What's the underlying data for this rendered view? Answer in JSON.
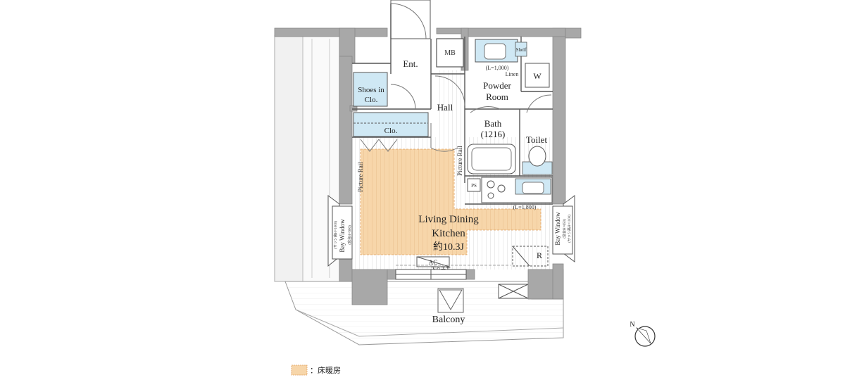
{
  "rooms": {
    "ldk_line1": "Living Dining",
    "ldk_line2": "Kitchen",
    "ldk_area": "約10.3J",
    "entrance": "Ent.",
    "mb": "MB",
    "shoes_line1": "Shoes in",
    "shoes_line2": "Clo.",
    "hall": "Hall",
    "closet": "Clo.",
    "powder_line1": "Powder",
    "powder_line2": "Room",
    "bath_line1": "Bath",
    "bath_line2": "(1216)",
    "toilet": "Toilet",
    "balcony": "Balcony"
  },
  "labels": {
    "shelf": "Shelf",
    "linen": "Linen",
    "vanity_width": "(L=1,000)",
    "washer": "W",
    "ps": "PS",
    "kitchen_width": "(L=1,800)",
    "picture_rail": "Picture Rail",
    "bay_window": "Bay Window",
    "bay_left_dims": "(窓台H=900)",
    "bay_left_dims2": "(サッシ高H=1000)",
    "bay_right_dims": "(窓台H=650)",
    "bay_right_dims2": "(サッシ高H=1100)",
    "ac": "AC",
    "ceiling_drop": "下り天井",
    "refrigerator": "R",
    "compass": "N"
  },
  "legend": {
    "text": "：床暖房",
    "color": "#f7d6aa"
  },
  "colors": {
    "wall": "#a8a8a8",
    "storage": "#cfe8f4",
    "floor_heating": "#f7d6aa",
    "line": "#555555"
  }
}
